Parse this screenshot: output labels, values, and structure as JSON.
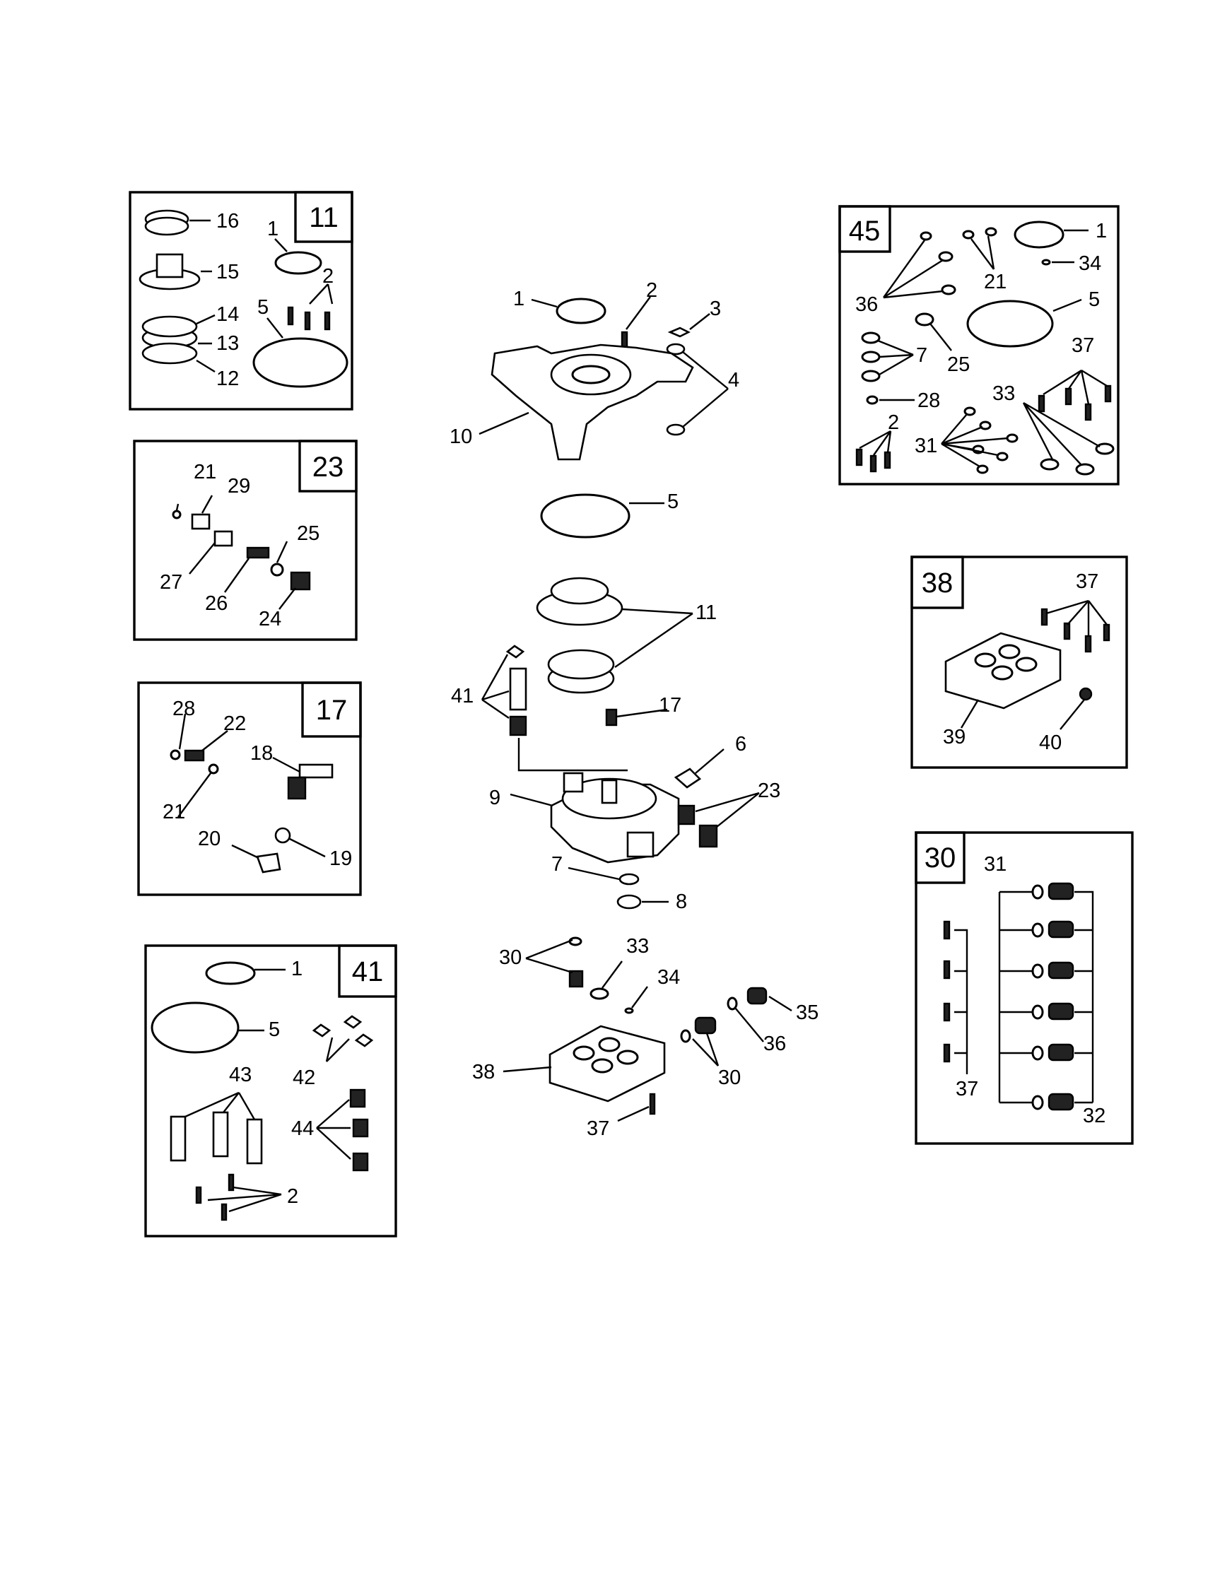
{
  "kits": [
    {
      "id": "kit-11",
      "number": "11",
      "callouts": [
        {
          "id": "k11-16",
          "text": "16"
        },
        {
          "id": "k11-1",
          "text": "1"
        },
        {
          "id": "k11-15",
          "text": "15"
        },
        {
          "id": "k11-2",
          "text": "2"
        },
        {
          "id": "k11-5",
          "text": "5"
        },
        {
          "id": "k11-14",
          "text": "14"
        },
        {
          "id": "k11-13",
          "text": "13"
        },
        {
          "id": "k11-12",
          "text": "12"
        }
      ]
    },
    {
      "id": "kit-23",
      "number": "23",
      "callouts": [
        {
          "id": "k23-21",
          "text": "21"
        },
        {
          "id": "k23-29",
          "text": "29"
        },
        {
          "id": "k23-25",
          "text": "25"
        },
        {
          "id": "k23-27",
          "text": "27"
        },
        {
          "id": "k23-26",
          "text": "26"
        },
        {
          "id": "k23-24",
          "text": "24"
        }
      ]
    },
    {
      "id": "kit-17",
      "number": "17",
      "callouts": [
        {
          "id": "k17-28",
          "text": "28"
        },
        {
          "id": "k17-22",
          "text": "22"
        },
        {
          "id": "k17-18",
          "text": "18"
        },
        {
          "id": "k17-21",
          "text": "21"
        },
        {
          "id": "k17-20",
          "text": "20"
        },
        {
          "id": "k17-19",
          "text": "19"
        }
      ]
    },
    {
      "id": "kit-41",
      "number": "41",
      "callouts": [
        {
          "id": "k41-1",
          "text": "1"
        },
        {
          "id": "k41-5",
          "text": "5"
        },
        {
          "id": "k41-42",
          "text": "42"
        },
        {
          "id": "k41-43",
          "text": "43"
        },
        {
          "id": "k41-44",
          "text": "44"
        },
        {
          "id": "k41-2",
          "text": "2"
        }
      ]
    },
    {
      "id": "kit-45",
      "number": "45",
      "callouts": [
        {
          "id": "k45-1",
          "text": "1"
        },
        {
          "id": "k45-34",
          "text": "34"
        },
        {
          "id": "k45-21",
          "text": "21"
        },
        {
          "id": "k45-36",
          "text": "36"
        },
        {
          "id": "k45-5",
          "text": "5"
        },
        {
          "id": "k45-7",
          "text": "7"
        },
        {
          "id": "k45-25",
          "text": "25"
        },
        {
          "id": "k45-37",
          "text": "37"
        },
        {
          "id": "k45-28",
          "text": "28"
        },
        {
          "id": "k45-33",
          "text": "33"
        },
        {
          "id": "k45-2",
          "text": "2"
        },
        {
          "id": "k45-31",
          "text": "31"
        }
      ]
    },
    {
      "id": "kit-38",
      "number": "38",
      "callouts": [
        {
          "id": "k38-37",
          "text": "37"
        },
        {
          "id": "k38-39",
          "text": "39"
        },
        {
          "id": "k38-40",
          "text": "40"
        }
      ]
    },
    {
      "id": "kit-30",
      "number": "30",
      "callouts": [
        {
          "id": "k30-31",
          "text": "31"
        },
        {
          "id": "k30-37",
          "text": "37"
        },
        {
          "id": "k30-32",
          "text": "32"
        }
      ]
    }
  ],
  "main_assembly": {
    "callouts": [
      {
        "id": "m-1",
        "text": "1"
      },
      {
        "id": "m-2",
        "text": "2"
      },
      {
        "id": "m-3",
        "text": "3"
      },
      {
        "id": "m-4",
        "text": "4"
      },
      {
        "id": "m-10",
        "text": "10"
      },
      {
        "id": "m-5",
        "text": "5"
      },
      {
        "id": "m-11",
        "text": "11"
      },
      {
        "id": "m-41",
        "text": "41"
      },
      {
        "id": "m-17",
        "text": "17"
      },
      {
        "id": "m-6",
        "text": "6"
      },
      {
        "id": "m-9",
        "text": "9"
      },
      {
        "id": "m-23",
        "text": "23"
      },
      {
        "id": "m-7",
        "text": "7"
      },
      {
        "id": "m-8",
        "text": "8"
      },
      {
        "id": "m-30a",
        "text": "30"
      },
      {
        "id": "m-33",
        "text": "33"
      },
      {
        "id": "m-34",
        "text": "34"
      },
      {
        "id": "m-35",
        "text": "35"
      },
      {
        "id": "m-36",
        "text": "36"
      },
      {
        "id": "m-30b",
        "text": "30"
      },
      {
        "id": "m-38",
        "text": "38"
      },
      {
        "id": "m-37",
        "text": "37"
      }
    ]
  }
}
